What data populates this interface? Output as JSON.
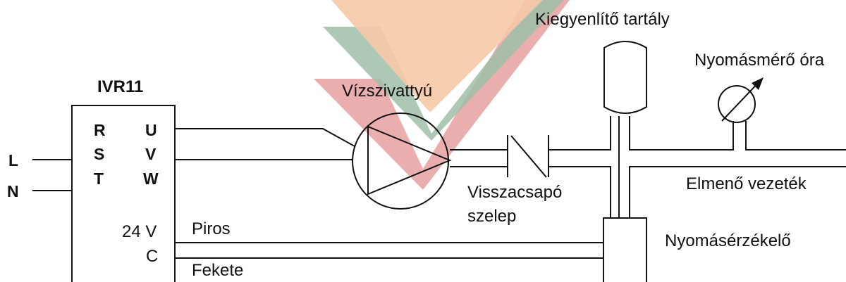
{
  "colors": {
    "line": "#111111",
    "watermark_peach": "#f7c9a8",
    "watermark_green": "#9fbfa8",
    "watermark_red": "#e8a0a0"
  },
  "controller": {
    "name": "IVR11",
    "inputs": [
      "R",
      "S",
      "T"
    ],
    "outputs": [
      "U",
      "V",
      "W"
    ],
    "low_voltage": [
      "24 V",
      "C"
    ]
  },
  "supply": {
    "line": "L",
    "neutral": "N"
  },
  "wires": {
    "red": "Piros",
    "black": "Fekete"
  },
  "components": {
    "pump": "Vízszivattyú",
    "check_valve_line1": "Visszacsapó",
    "check_valve_line2": "szelep",
    "expansion_tank": "Kiegyenlítő tartály",
    "pressure_gauge": "Nyomásmérő óra",
    "outlet_pipe": "Elmenő vezeték",
    "pressure_sensor": "Nyomásérzékelő"
  },
  "icons": {
    "pump": "pump-symbol-icon",
    "check_valve": "check-valve-icon",
    "tank": "expansion-tank-icon",
    "gauge": "pressure-gauge-icon"
  }
}
